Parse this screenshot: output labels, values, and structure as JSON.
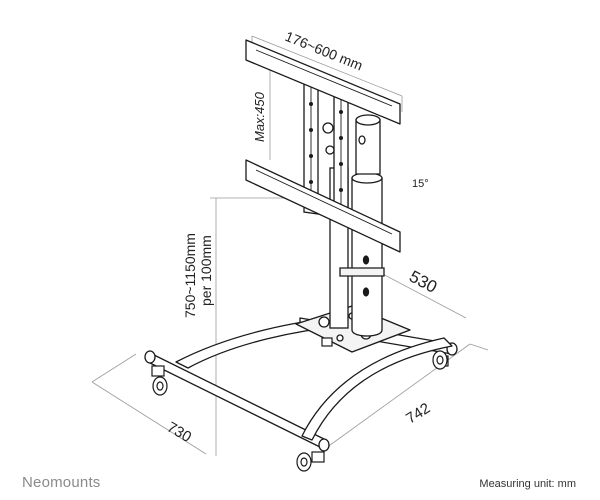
{
  "labels": {
    "vesa_width": "176~600 mm",
    "vesa_height": "Max:450",
    "tilt": "15°",
    "height_range_1": "750~1150mm",
    "height_range_2": "per 100mm",
    "base_depth": "530",
    "base_width_left": "730",
    "base_width_right": "742"
  },
  "footer": {
    "brand": "Neomounts",
    "measuring_unit": "Measuring unit: mm"
  },
  "colors": {
    "line": "#1a1a1a",
    "dimension": "#9a9a9a",
    "brand": "#8a8a8a"
  }
}
